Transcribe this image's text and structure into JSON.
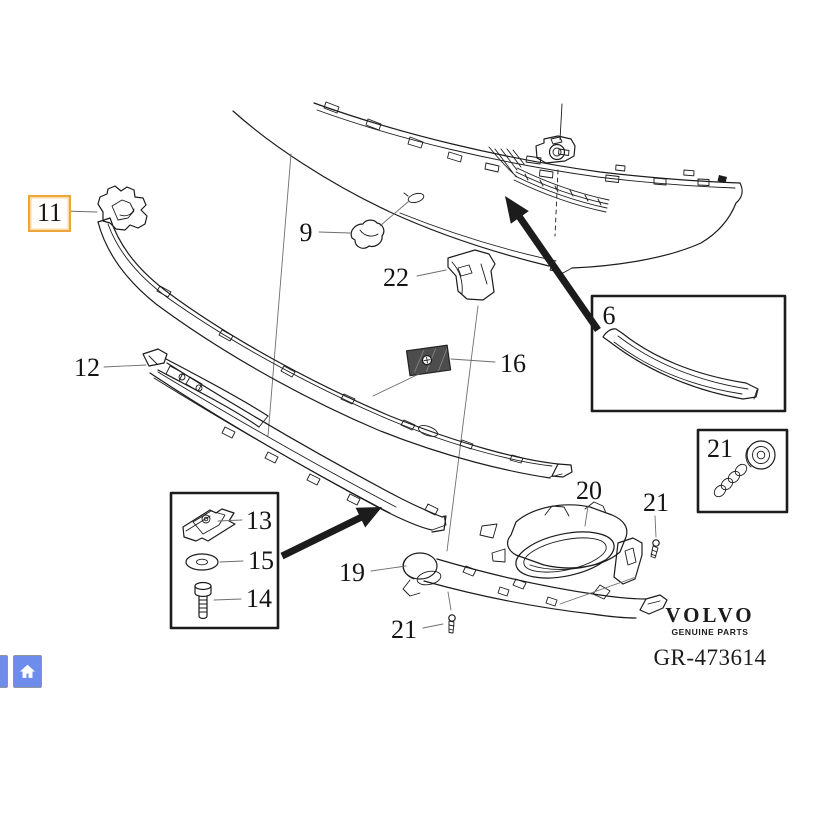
{
  "diagram": {
    "type": "exploded-parts-view",
    "subject": "rear bumper lower trim, spoiler and fog lamp assembly"
  },
  "callouts": {
    "c11": {
      "label": "11",
      "highlighted": true
    },
    "c9": {
      "label": "9"
    },
    "c22": {
      "label": "22"
    },
    "c12": {
      "label": "12"
    },
    "c16": {
      "label": "16"
    },
    "c6": {
      "label": "6"
    },
    "c21_box": {
      "label": "21"
    },
    "c13": {
      "label": "13"
    },
    "c15": {
      "label": "15"
    },
    "c14": {
      "label": "14"
    },
    "c19": {
      "label": "19"
    },
    "c20": {
      "label": "20"
    },
    "c21_right": {
      "label": "21"
    },
    "c21_bottom": {
      "label": "21"
    }
  },
  "branding": {
    "logo": "VOLVO",
    "tagline": "GENUINE PARTS",
    "drawing_number": "GR-473614"
  },
  "toolbar": {
    "home_button_icon": "home",
    "partial_button_icon": "partial-hidden"
  },
  "colors": {
    "line": "#1c1c1c",
    "highlight_border": "#eda63a",
    "button_blue": "#6d8ceb",
    "part16_fill": "#4d4d4d"
  }
}
